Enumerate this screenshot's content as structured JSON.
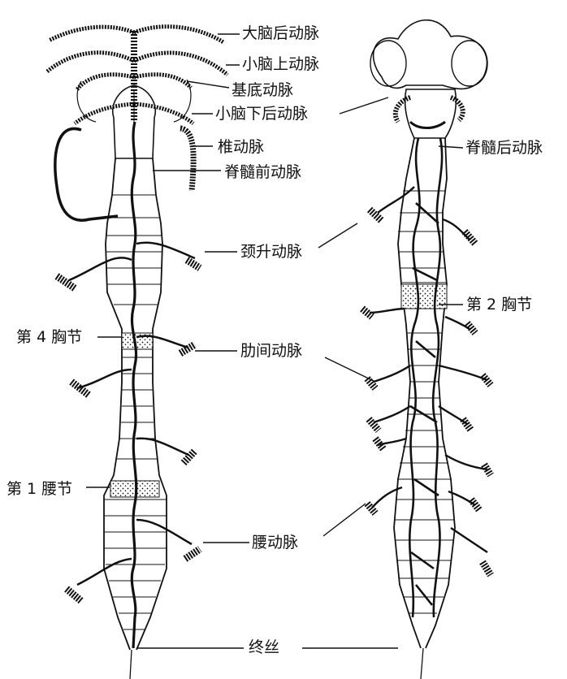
{
  "labels": {
    "posterior_cerebral_artery": "大脑后动脉",
    "superior_cerebellar_artery": "小脑上动脉",
    "basilar_artery": "基底动脉",
    "posterior_inferior_cerebellar_artery": "小脑下后动脉",
    "vertebral_artery": "椎动脉",
    "anterior_spinal_artery": "脊髓前动脉",
    "posterior_spinal_artery": "脊髓后动脉",
    "ascending_cervical_artery": "颈升动脉",
    "thoracic_segment_4": "第 4 胸节",
    "thoracic_segment_2": "第 2 胸节",
    "intercostal_artery": "肋间动脉",
    "lumbar_segment_1": "第 1 腰节",
    "lumbar_artery": "腰动脉",
    "filum_terminale": "终丝"
  },
  "colors": {
    "ink": "#111111",
    "paper": "#ffffff"
  }
}
